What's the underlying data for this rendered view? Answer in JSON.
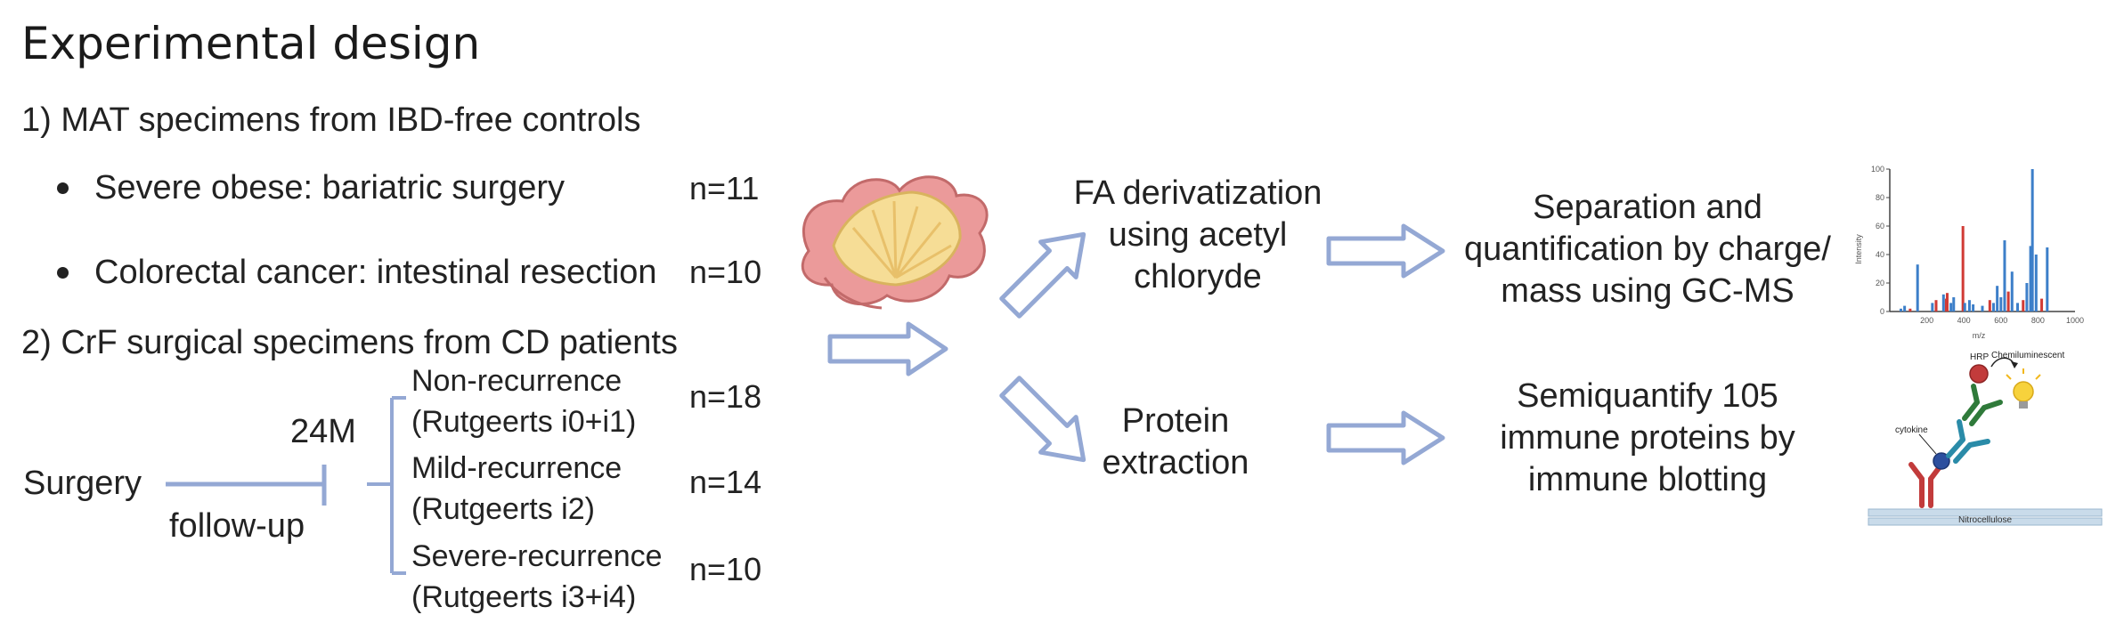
{
  "title": "Experimental design",
  "section1": {
    "heading": "1) MAT specimens from IBD-free controls",
    "items": [
      {
        "label": "Severe obese: bariatric surgery",
        "n": "n=11"
      },
      {
        "label": "Colorectal cancer: intestinal resection",
        "n": "n=10"
      }
    ]
  },
  "section2": {
    "heading": "2) CrF surgical specimens from CD patients",
    "surgery": "Surgery",
    "duration": "24M",
    "followup": "follow-up",
    "groups": [
      {
        "name": "Non-recurrence",
        "score": "(Rutgeerts i0+i1)",
        "n": "n=18"
      },
      {
        "name": "Mild-recurrence",
        "score": "(Rutgeerts i2)",
        "n": "n=14"
      },
      {
        "name": "Severe-recurrence",
        "score": "(Rutgeerts i3+i4)",
        "n": "n=10"
      }
    ]
  },
  "steps": {
    "fa": "FA derivatization using acetyl chloryde",
    "protein": "Protein extraction",
    "gcms": "Separation and quantification by charge/ mass using GC-MS",
    "blot": "Semiquantify 105 immune proteins by immune blotting"
  },
  "spectrum": {
    "ylabel": "Intensity",
    "xlabel": "m/z",
    "yticks": [
      "0",
      "20",
      "40",
      "60",
      "80",
      "100"
    ],
    "xticks": [
      "200",
      "400",
      "600",
      "800",
      "1000"
    ]
  },
  "blot_labels": {
    "hrp": "HRP",
    "chemi": "Chemiluminescent",
    "cytokine": "cytokine",
    "membrane": "Nitrocellulose"
  },
  "colors": {
    "arrow": "#94a8d4",
    "bracket": "#94a8d4",
    "spectrum_blue": "#3d7fc9",
    "spectrum_red": "#d13b35"
  }
}
